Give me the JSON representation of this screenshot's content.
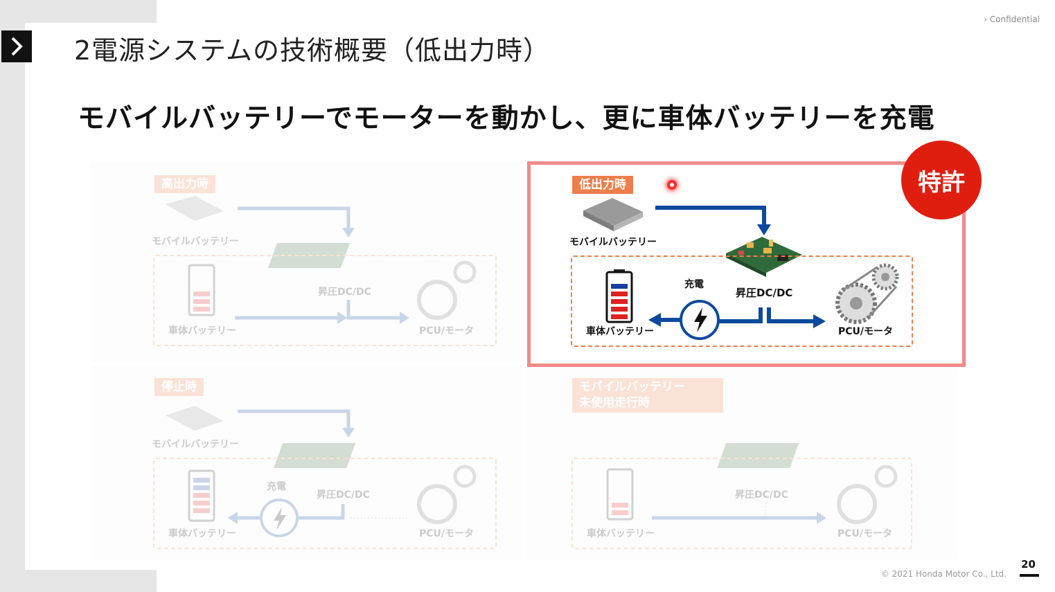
{
  "slide": {
    "title": "2電源システムの技術概要（低出力時）",
    "headline": "モバイルバッテリーでモーターを動かし、更に車体バッテリーを充電",
    "confidential": "Confidential",
    "copyright": "© 2021 Honda Motor Co., Ltd.",
    "page_number": "20",
    "patent_badge": "特許"
  },
  "quadrants": {
    "top_left": {
      "label": "高出力時",
      "mobile": "モバイルバッテリー",
      "converter": "昇圧DC/DC",
      "body": "車体バッテリー",
      "motor": "PCU/モータ"
    },
    "top_right": {
      "label": "低出力時",
      "mobile": "モバイルバッテリー",
      "converter": "昇圧DC/DC",
      "body": "車体バッテリー",
      "motor": "PCU/モータ",
      "charge": "充電"
    },
    "bottom_left": {
      "label": "停止時",
      "mobile": "モバイルバッテリー",
      "converter": "昇圧DC/DC",
      "body": "車体バッテリー",
      "motor": "PCU/モータ",
      "charge": "充電"
    },
    "bottom_right": {
      "label_line1": "モバイルバッテリー",
      "label_line2": "未使用走行時",
      "converter": "昇圧DC/DC",
      "body": "車体バッテリー",
      "motor": "PCU/モータ"
    }
  },
  "colors": {
    "arrow": "#0d4a9e",
    "accent": "#ee7e4a",
    "patent": "#e01e0f",
    "highlight": "#f28a8a"
  },
  "icons": [
    "chevron-right-icon",
    "mobile-battery-icon",
    "circuit-board-icon",
    "battery-icon",
    "lightning-icon",
    "gear-motor-icon"
  ]
}
